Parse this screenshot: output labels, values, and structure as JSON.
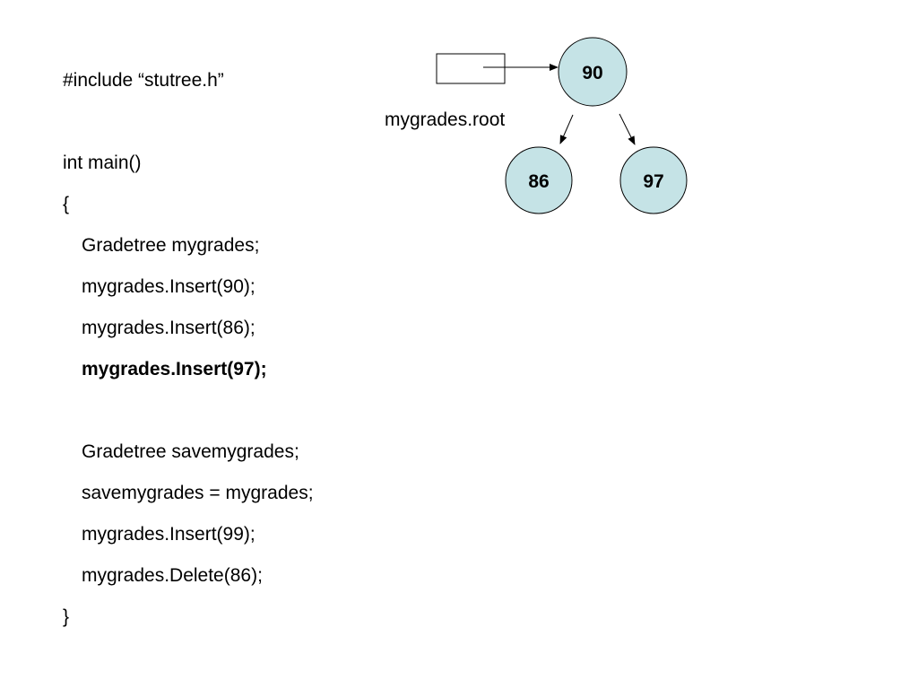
{
  "code": {
    "lines": [
      {
        "text": "#include “stutree.h”",
        "indent": false,
        "bold": false
      },
      {
        "text": "",
        "indent": false,
        "bold": false
      },
      {
        "text": "int main()",
        "indent": false,
        "bold": false
      },
      {
        "text": "{",
        "indent": false,
        "bold": false
      },
      {
        "text": "Gradetree mygrades;",
        "indent": true,
        "bold": false
      },
      {
        "text": "mygrades.Insert(90);",
        "indent": true,
        "bold": false
      },
      {
        "text": "mygrades.Insert(86);",
        "indent": true,
        "bold": false
      },
      {
        "text": "mygrades.Insert(97);",
        "indent": true,
        "bold": true
      },
      {
        "text": "",
        "indent": false,
        "bold": false
      },
      {
        "text": "Gradetree savemygrades;",
        "indent": true,
        "bold": false
      },
      {
        "text": "savemygrades = mygrades;",
        "indent": true,
        "bold": false
      },
      {
        "text": "mygrades.Insert(99);",
        "indent": true,
        "bold": false
      },
      {
        "text": "mygrades.Delete(86);",
        "indent": true,
        "bold": false
      },
      {
        "text": "}",
        "indent": false,
        "bold": false
      }
    ]
  },
  "diagram": {
    "root_pointer_label": "mygrades.root",
    "nodes": {
      "root": "90",
      "left": "86",
      "right": "97"
    },
    "node_fill_color": "#c5e3e6"
  }
}
